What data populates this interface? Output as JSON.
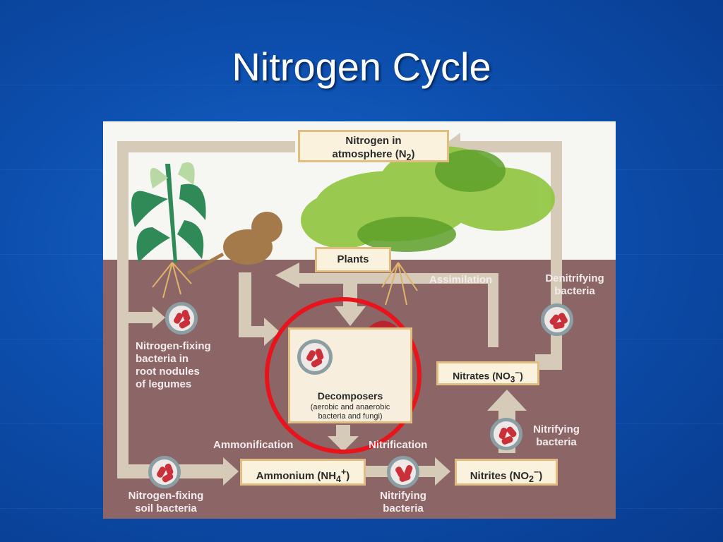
{
  "slide": {
    "title": "Nitrogen Cycle"
  },
  "diagram": {
    "atmosphere": {
      "line1": "Nitrogen in",
      "line2": "atmosphere (N",
      "sub": "2",
      "close": ")"
    },
    "plants": "Plants",
    "assimilation": "Assimilation",
    "denitrifying": {
      "line1": "Denitrifying",
      "line2": "bacteria"
    },
    "nodules": {
      "line1": "Nitrogen-fixing",
      "line2": "bacteria in",
      "line3": "root nodules",
      "line4": "of legumes"
    },
    "decomposers": {
      "title": "Decomposers",
      "line1": "(aerobic and anaerobic",
      "line2": "bacteria and fungi)"
    },
    "nitrates": {
      "text": "Nitrates (NO",
      "sub": "3",
      "sup": "−",
      "close": ")"
    },
    "nitrifying_right": {
      "line1": "Nitrifying",
      "line2": "bacteria"
    },
    "ammonification": "Ammonification",
    "nitrification": "Nitrification",
    "ammonium": {
      "text": "Ammonium (NH",
      "sub": "4",
      "sup": "+",
      "close": ")"
    },
    "nitrites": {
      "text": "Nitrites (NO",
      "sub": "2",
      "sup": "−",
      "close": ")"
    },
    "soil_bacteria": {
      "line1": "Nitrogen-fixing",
      "line2": "soil bacteria"
    },
    "nitrifying_bottom": {
      "line1": "Nitrifying",
      "line2": "bacteria"
    }
  },
  "colors": {
    "background": "#0d4fae",
    "highlight_circle": "#e8131b",
    "soil": "#8c6566",
    "arrow": "#cfc2ae",
    "label_box": "#fbf2de"
  }
}
